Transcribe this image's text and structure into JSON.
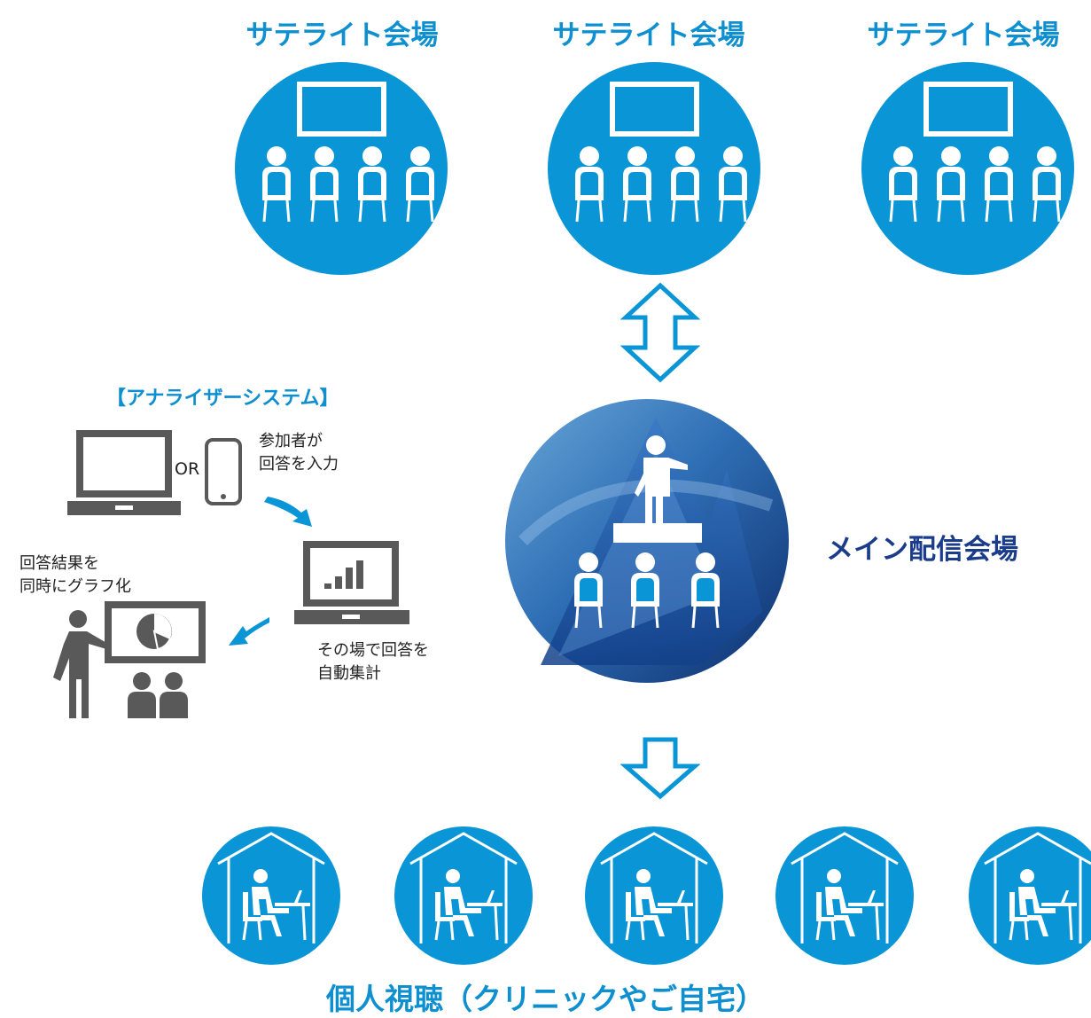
{
  "satellites": [
    {
      "label": "サテライト会場"
    },
    {
      "label": "サテライト会場"
    },
    {
      "label": "サテライト会場"
    }
  ],
  "main_venue": {
    "label": "メイン配信会場"
  },
  "individual": {
    "label": "個人視聴（クリニックやご自宅）",
    "count": 5
  },
  "analyzer": {
    "title": "【アナライザーシステム】",
    "or_text": "OR",
    "step1": [
      "参加者が",
      "回答を入力"
    ],
    "step2": [
      "その場で回答を",
      "自動集計"
    ],
    "step3": [
      "回答結果を",
      "同時にグラフ化"
    ]
  },
  "colors": {
    "primary_blue": "#0a96d6",
    "navy": "#1a3c8a",
    "gray": "#595959"
  }
}
